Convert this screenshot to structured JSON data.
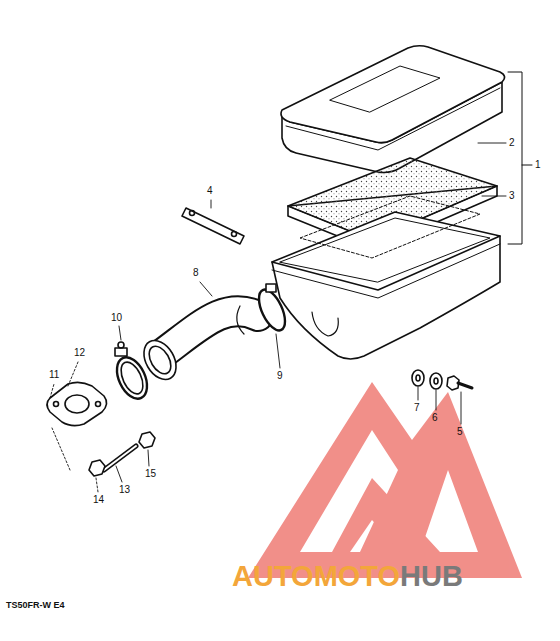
{
  "diagram": {
    "labels": [
      "1",
      "2",
      "3",
      "4",
      "5",
      "6",
      "7",
      "8",
      "9",
      "10",
      "11",
      "12",
      "13",
      "14",
      "15",
      "TS50FR-W E4",
      "AUTOMOTO",
      "HUB"
    ]
  }
}
